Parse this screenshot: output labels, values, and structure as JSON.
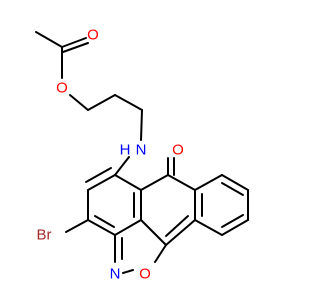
{
  "molecule": {
    "atoms": {
      "carbonyl_o": "O",
      "ester_o": "O",
      "nh": "N",
      "nh_h": "H",
      "ketone_o": "O",
      "br": "Br",
      "ring_n": "N",
      "ring_o": "O"
    },
    "colors": {
      "bond": "#000000",
      "oxygen": "#ff0000",
      "nitrogen": "#0000ff",
      "bromine": "#a52a2a"
    }
  }
}
